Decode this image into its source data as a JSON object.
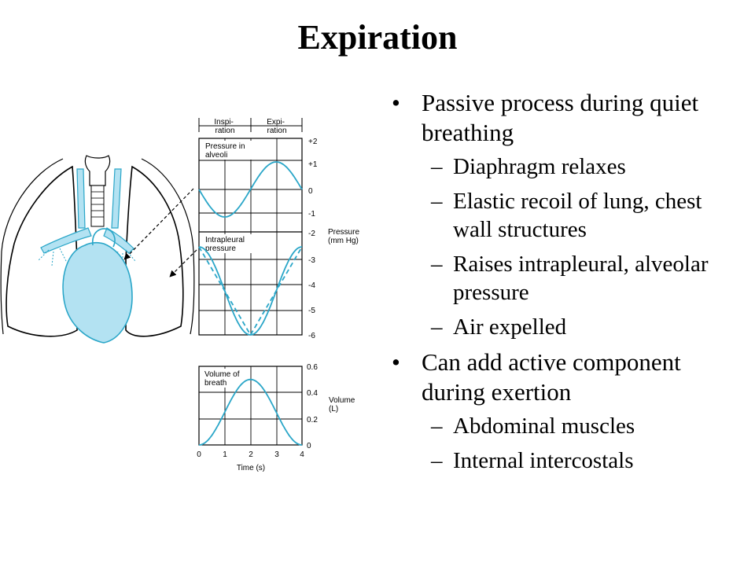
{
  "title": "Expiration",
  "bullets": [
    {
      "level": 1,
      "text": "Passive process during quiet breathing"
    },
    {
      "level": 2,
      "text": "Diaphragm relaxes"
    },
    {
      "level": 2,
      "text": "Elastic recoil of lung, chest wall structures"
    },
    {
      "level": 2,
      "text": "Raises intrapleural, alveolar pressure"
    },
    {
      "level": 2,
      "text": "Air expelled"
    },
    {
      "level": 1,
      "text": "Can add active component during exertion"
    },
    {
      "level": 2,
      "text": "Abdominal muscles"
    },
    {
      "level": 2,
      "text": "Internal intercostals"
    }
  ],
  "figure": {
    "colors": {
      "accent": "#2aa6c8",
      "organ_fill": "#b3e2f2",
      "line": "#000000"
    },
    "phases": {
      "inspiration": "Inspi-\nration",
      "expiration": "Expi-\nration"
    },
    "panels": {
      "alveoli": {
        "label": "Pressure in\nalveoli",
        "ticks": [
          "+2",
          "+1",
          "0",
          "-1"
        ],
        "unit_label": "Pressure\n(mm Hg)"
      },
      "intrapleural": {
        "label": "Intrapleural\npressure",
        "ticks": [
          "-2",
          "-3",
          "-4",
          "-5",
          "-6"
        ]
      },
      "volume": {
        "label": "Volume of\nbreath",
        "ticks": [
          "0.6",
          "0.4",
          "0.2",
          "0"
        ],
        "unit_label": "Volume\n(L)"
      }
    },
    "x_ticks": [
      "0",
      "1",
      "2",
      "3",
      "4"
    ],
    "x_label": "Time (s)"
  }
}
